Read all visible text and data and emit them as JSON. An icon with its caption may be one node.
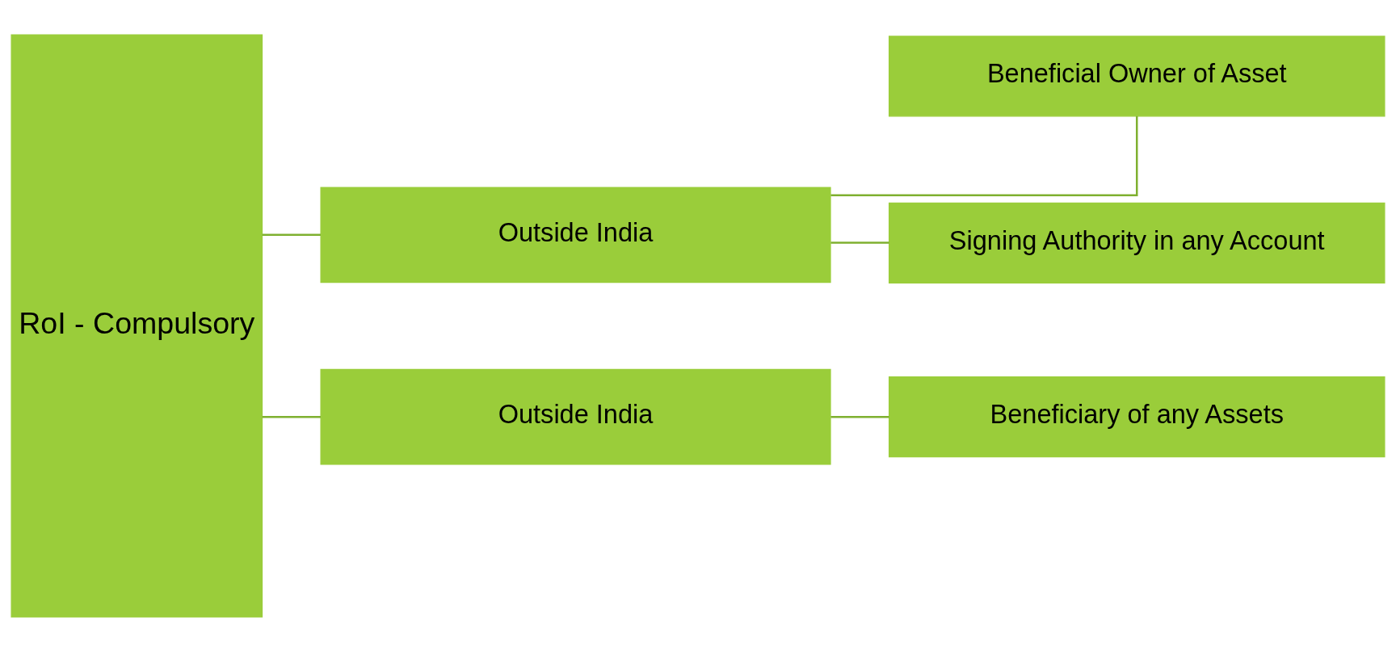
{
  "diagram": {
    "nodes": [
      {
        "text": [
          "RoI - Compulsory"
        ]
      },
      {
        "text": [
          "Outside India"
        ]
      },
      {
        "text": [
          "Outside India"
        ]
      },
      {
        "text": [
          "Beneficial Owner of Asset"
        ]
      },
      {
        "text": [
          "Signing Authority in any Account"
        ]
      },
      {
        "text": [
          "Beneficiary of any Assets"
        ]
      }
    ],
    "edges": [
      {
        "from": 0,
        "to": 1,
        "arrow": "none"
      },
      {
        "from": 0,
        "to": 2,
        "arrow": "none"
      },
      {
        "from": 1,
        "to": 3,
        "arrow": "none"
      },
      {
        "from": 1,
        "to": 4,
        "arrow": "none"
      },
      {
        "from": 2,
        "to": 5,
        "arrow": "none"
      }
    ]
  }
}
